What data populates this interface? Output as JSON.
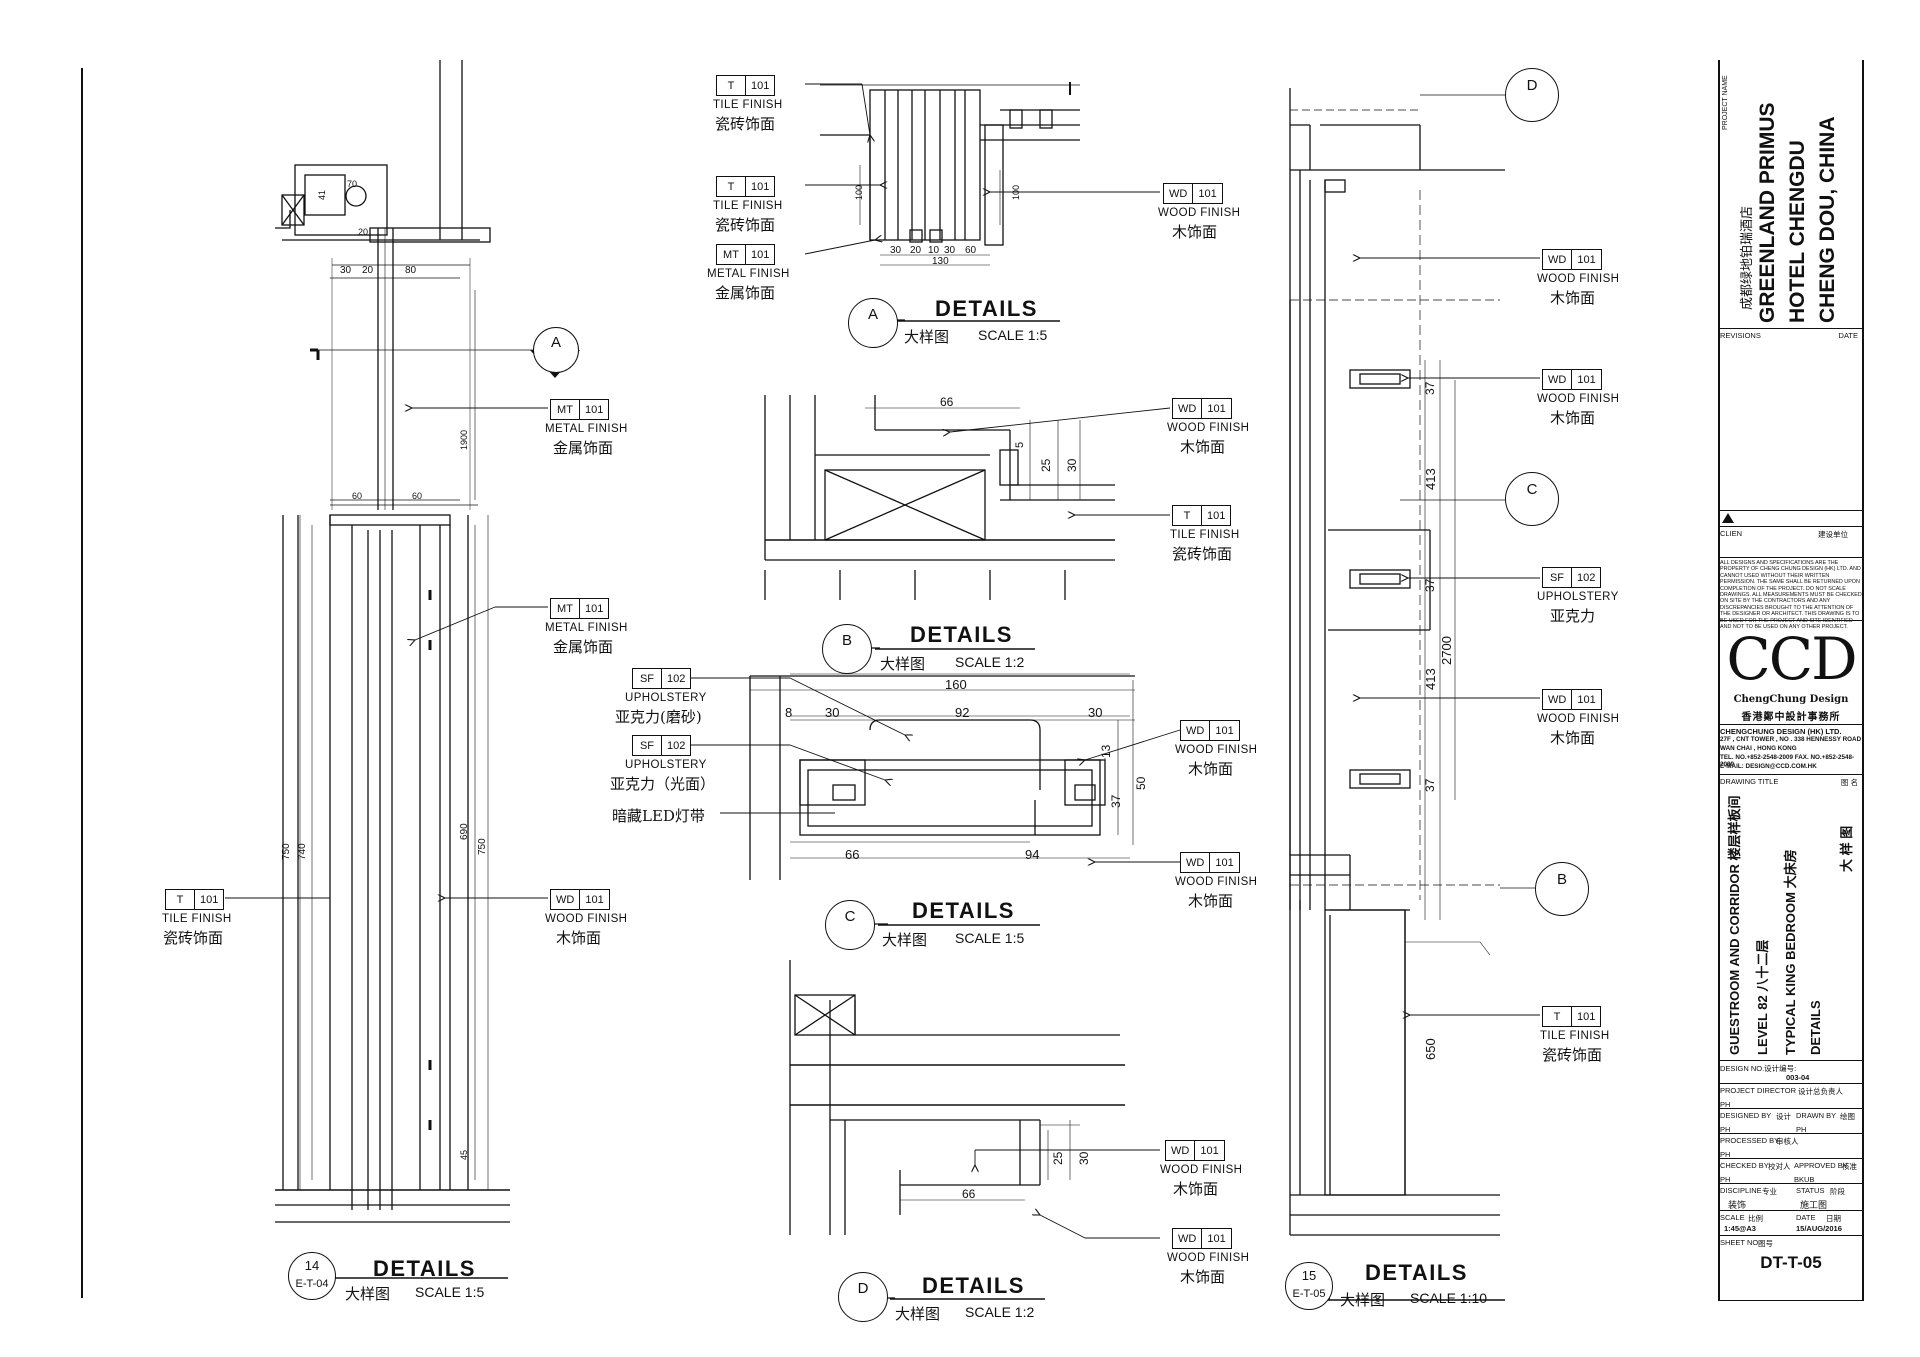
{
  "project": {
    "label": "PROJECT NAME",
    "cn": "成都绿地铂瑞酒店",
    "line1": "GREENLAND PRIMUS",
    "line2": "HOTEL CHENGDU",
    "line3": "CHENG DOU, CHINA"
  },
  "revisions": {
    "label": "REVISIONS",
    "date": "DATE"
  },
  "client": {
    "label": "CLIEN",
    "cn": "建设单位"
  },
  "disclaimer": "ALL DESIGNS AND SPECIFICATIONS ARE THE PROPERTY OF CHENG CHUNG DESIGN (HK) LTD. AND CANNOT USED WITHOUT THEIR WRITTEN PERMISSION. THE SAME SHALL BE RETURNED UPON COMPLETION OF THE PROJECT. DO NOT SCALE DRAWINGS. ALL MEASUREMENTS MUST BE CHECKED ON SITE BY THE CONTRACTORS AND ANY DISCREPANCIES BROUGHT TO THE ATTENTION OF THE DESIGNER OR ARCHITECT. THIS DRAWING IS TO BE USED FOR THE PROJECT AND SITE IDENTIFIED AND NOT TO BE USED ON ANY OTHER PROJECT.",
  "logo": {
    "mark": "CCD",
    "en": "ChengChung Design",
    "cn": "香港鄭中設計事務所"
  },
  "company": {
    "name": "CHENGCHUNG DESIGN (HK) LTD.",
    "addr1": "27F , CNT TOWER , NO . 338 HENNESSY ROAD",
    "addr2": "WAN CHAI , HONG KONG",
    "tel": "TEL. NO.+852-2548-2009   FAX. NO.+852-2548-2089",
    "email": "E-MAIL: DESIGN@CCD.COM.HK"
  },
  "drawing_title": {
    "label": "DRAWING TITLE",
    "cn_label": "图 名",
    "l1": "GUESTROOM AND CORRIDOR  楼层样板间",
    "l2": "LEVEL 82   八十二层",
    "l3": "TYPICAL KING BEDROOM  大床房",
    "l4": "DETAILS",
    "l5": "大 样 图"
  },
  "fields": {
    "design_no_label": "DESIGN NO.设计编号:",
    "design_no": "003-04",
    "director_label": "PROJECT DIRECTOR",
    "director_cn": "设计总负责人",
    "director": "PH",
    "designed_label": "DESIGNED BY",
    "designed_cn": "设计",
    "designed": "PH",
    "drawn_label": "DRAWN BY",
    "drawn_cn": "绘图",
    "drawn": "PH",
    "processed_label": "PROCESSED BY",
    "processed_cn": "审核人",
    "processed": "PH",
    "checked_label": "CHECKED BY",
    "checked_cn": "校对人",
    "checked": "PH",
    "approved_label": "APPROVED BY",
    "approved_cn": "核准",
    "approved": "BKUB",
    "discipline_label": "DISCIPLINE",
    "discipline_cn": "专业",
    "discipline": "装饰",
    "status_label": "STATUS",
    "status_cn": "阶段",
    "status": "施工图",
    "scale_label": "SCALE",
    "scale_cn": "比例",
    "scale": "1:45@A3",
    "date_label": "DATE",
    "date_cn": "日期",
    "date": "15/AUG/2016",
    "sheet_label": "SHEET NO.",
    "sheet_cn": "图号",
    "sheet": "DT-T-05"
  },
  "details": [
    {
      "id": "A",
      "title": "DETAILS",
      "cn": "大样图",
      "scale": "SCALE  1:5"
    },
    {
      "id": "B",
      "title": "DETAILS",
      "cn": "大样图",
      "scale": "SCALE  1:2"
    },
    {
      "id": "C",
      "title": "DETAILS",
      "cn": "大样图",
      "scale": "SCALE  1:5"
    },
    {
      "id": "D",
      "title": "DETAILS",
      "cn": "大样图",
      "scale": "SCALE  1:2"
    },
    {
      "id": "14",
      "ref": "E-T-04",
      "title": "DETAILS",
      "cn": "大样图",
      "scale": "SCALE  1:5"
    },
    {
      "id": "15",
      "ref": "E-T-05",
      "title": "DETAILS",
      "cn": "大样图",
      "scale": "SCALE  1:10"
    }
  ],
  "callouts": {
    "tile": {
      "code": "T",
      "num": "101",
      "en": "TILE FINISH",
      "cn": "瓷砖饰面"
    },
    "metal": {
      "code": "MT",
      "num": "101",
      "en": "METAL FINISH",
      "cn": "金属饰面"
    },
    "wood": {
      "code": "WD",
      "num": "101",
      "en": "WOOD FINISH",
      "cn": "木饰面"
    },
    "acrylic": {
      "code": "SF",
      "num": "102",
      "en": "UPHOLSTERY",
      "cn": "亚克力"
    },
    "acrylic_matte": {
      "code": "SF",
      "num": "102",
      "en": "UPHOLSTERY",
      "cn": "亚克力(磨砂)"
    },
    "acrylic_gloss": {
      "code": "SF",
      "num": "102",
      "en": "UPHOLSTERY",
      "cn": "亚克力（光面）"
    },
    "led": "暗藏LED灯带"
  },
  "dims": {
    "a1": "100",
    "a2": "100",
    "a3": "30",
    "a4": "20",
    "a5": "10",
    "a6": "30",
    "a7": "60",
    "a8": "130",
    "b1": "66",
    "b2": "25",
    "b3": "30",
    "b4": "5",
    "c1": "160",
    "c2": "8",
    "c3": "30",
    "c4": "92",
    "c5": "30",
    "c6": "13",
    "c7": "37",
    "c8": "50",
    "c9": "66",
    "c10": "94",
    "d1": "25",
    "d2": "30",
    "d3": "66",
    "e1": "70",
    "e2": "41",
    "e3": "20",
    "e4": "30",
    "e5": "20",
    "e6": "80",
    "e7": "1900",
    "e8": "60",
    "e9": "60",
    "e10": "750",
    "e11": "740",
    "e12": "690",
    "e13": "750",
    "e14": "45",
    "f1": "37",
    "f2": "413",
    "f3": "37",
    "f4": "413",
    "f5": "37",
    "f6": "2700",
    "f7": "650"
  }
}
